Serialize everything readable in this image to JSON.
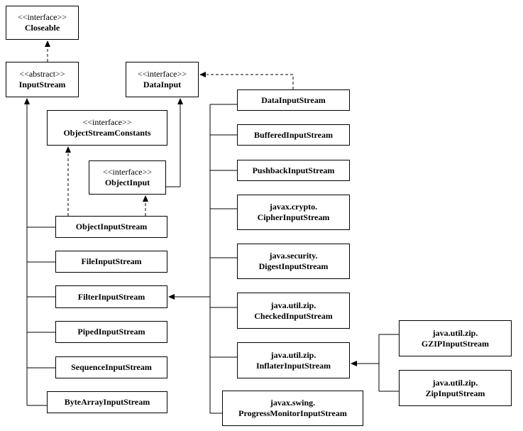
{
  "diagram": {
    "line_color": "#000000",
    "nodes": {
      "closeable": {
        "stereotype": "<<interface>>",
        "lines": [
          "Closeable"
        ]
      },
      "input_stream": {
        "stereotype": "<<abstract>>",
        "lines": [
          "InputStream"
        ]
      },
      "data_input": {
        "stereotype": "<<interface>>",
        "lines": [
          "DataInput"
        ]
      },
      "object_stream_constants": {
        "stereotype": "<<interface>>",
        "lines": [
          "ObjectStreamConstants"
        ]
      },
      "object_input": {
        "stereotype": "<<interface>>",
        "lines": [
          "ObjectInput"
        ]
      },
      "object_input_stream": {
        "stereotype": "",
        "lines": [
          "ObjectInputStream"
        ]
      },
      "file_input_stream": {
        "stereotype": "",
        "lines": [
          "FileInputStream"
        ]
      },
      "filter_input_stream": {
        "stereotype": "",
        "lines": [
          "FilterInputStream"
        ]
      },
      "piped_input_stream": {
        "stereotype": "",
        "lines": [
          "PipedInputStream"
        ]
      },
      "sequence_input_stream": {
        "stereotype": "",
        "lines": [
          "SequenceInputStream"
        ]
      },
      "byte_array_input_stream": {
        "stereotype": "",
        "lines": [
          "ByteArrayInputStream"
        ]
      },
      "data_input_stream": {
        "stereotype": "",
        "lines": [
          "DataInputStream"
        ]
      },
      "buffered_input_stream": {
        "stereotype": "",
        "lines": [
          "BufferedInputStream"
        ]
      },
      "pushback_input_stream": {
        "stereotype": "",
        "lines": [
          "PushbackInputStream"
        ]
      },
      "cipher_input_stream": {
        "stereotype": "",
        "lines": [
          "javax.crypto.",
          "CipherInputStream"
        ]
      },
      "digest_input_stream": {
        "stereotype": "",
        "lines": [
          "java.security.",
          "DigestInputStream"
        ]
      },
      "checked_input_stream": {
        "stereotype": "",
        "lines": [
          "java.util.zip.",
          "CheckedInputStream"
        ]
      },
      "inflater_input_stream": {
        "stereotype": "",
        "lines": [
          "java.util.zip.",
          "InflaterInputStream"
        ]
      },
      "progress_monitor_input_stream": {
        "stereotype": "",
        "lines": [
          "javax.swing.",
          "ProgressMonitorInputStream"
        ]
      },
      "gzip_input_stream": {
        "stereotype": "",
        "lines": [
          "java.util.zip.",
          "GZIPInputStream"
        ]
      },
      "zip_input_stream": {
        "stereotype": "",
        "lines": [
          "java.util.zip.",
          "ZipInputStream"
        ]
      }
    }
  }
}
